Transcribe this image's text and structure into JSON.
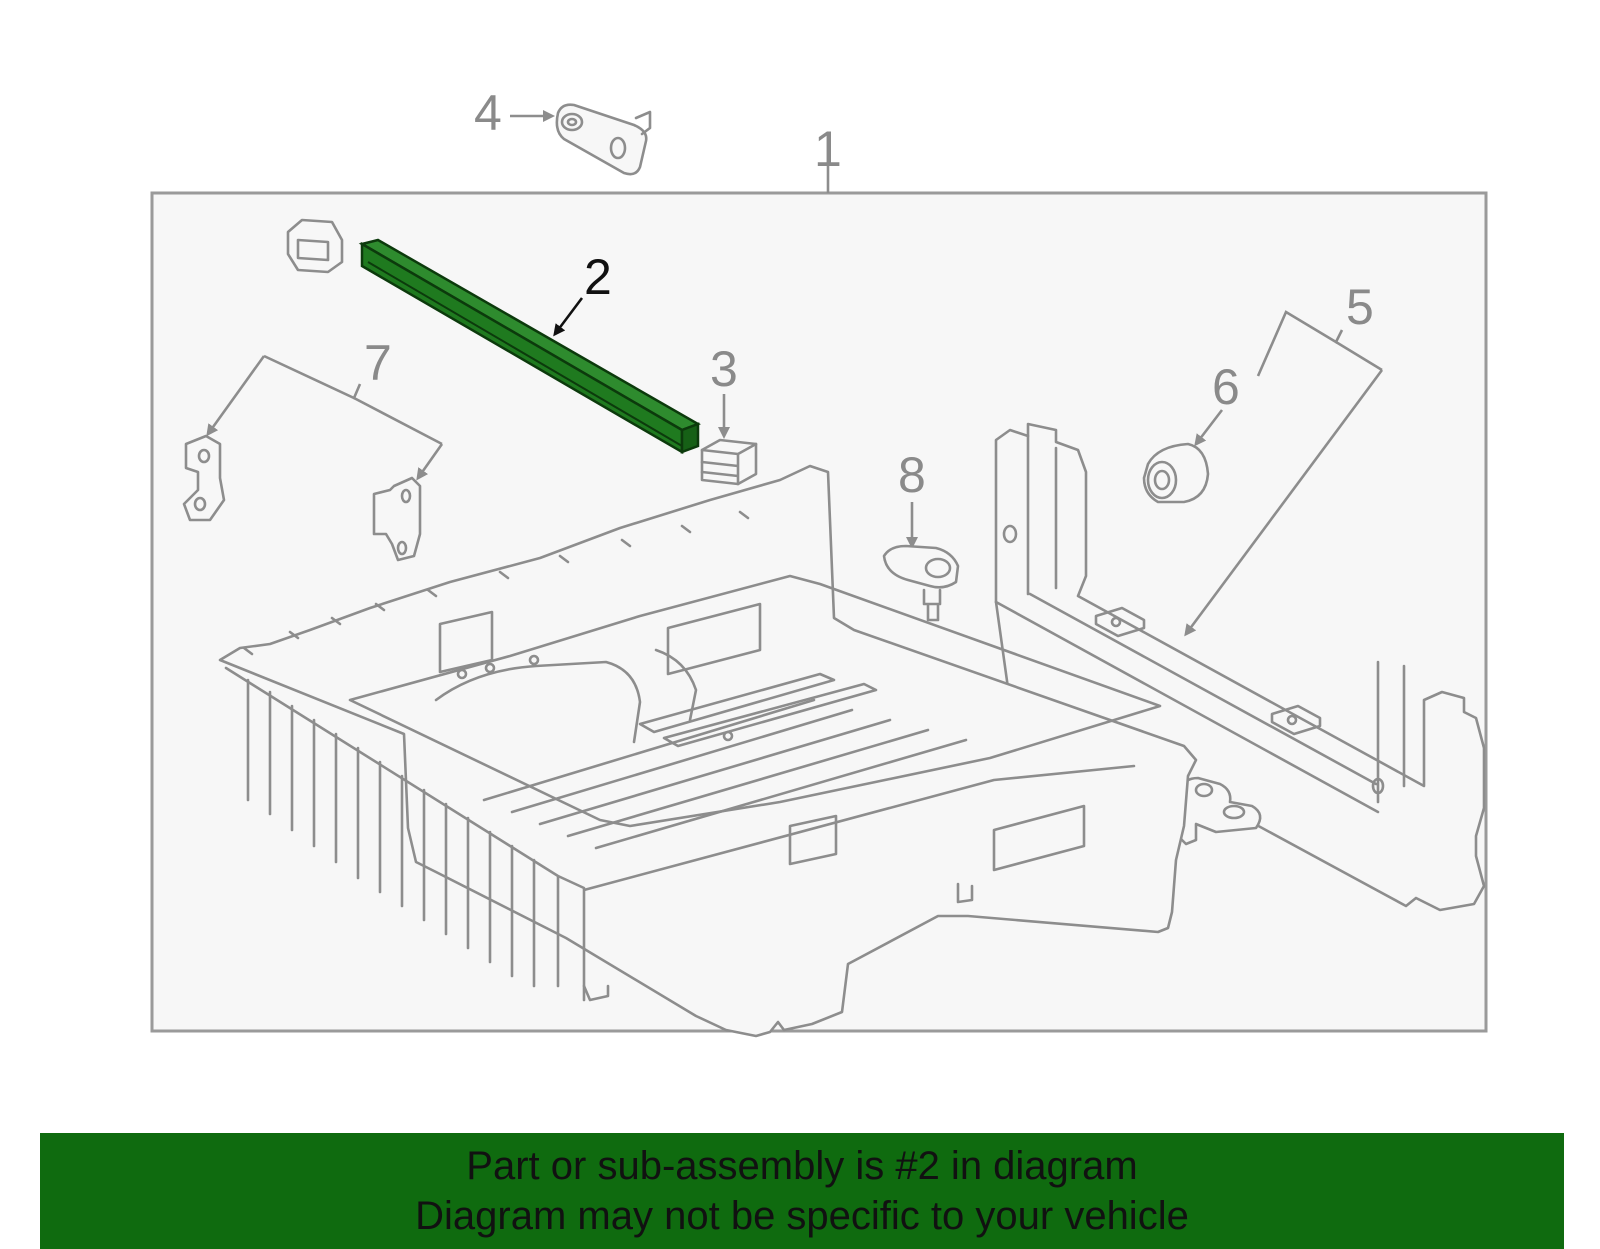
{
  "diagram": {
    "highlight_color": "#1f7a1f",
    "frame_fill": "#f7f7f7",
    "line_color": "#8d8d8d",
    "highlighted_callout": "2",
    "callouts": [
      {
        "id": "1",
        "label": "1"
      },
      {
        "id": "2",
        "label": "2"
      },
      {
        "id": "3",
        "label": "3"
      },
      {
        "id": "4",
        "label": "4"
      },
      {
        "id": "5",
        "label": "5"
      },
      {
        "id": "6",
        "label": "6"
      },
      {
        "id": "7",
        "label": "7"
      },
      {
        "id": "8",
        "label": "8"
      }
    ]
  },
  "banner": {
    "background": "#0f6b0f",
    "line1": "Part or sub-assembly is #2 in diagram",
    "line2": "Diagram may not be specific to your vehicle"
  }
}
